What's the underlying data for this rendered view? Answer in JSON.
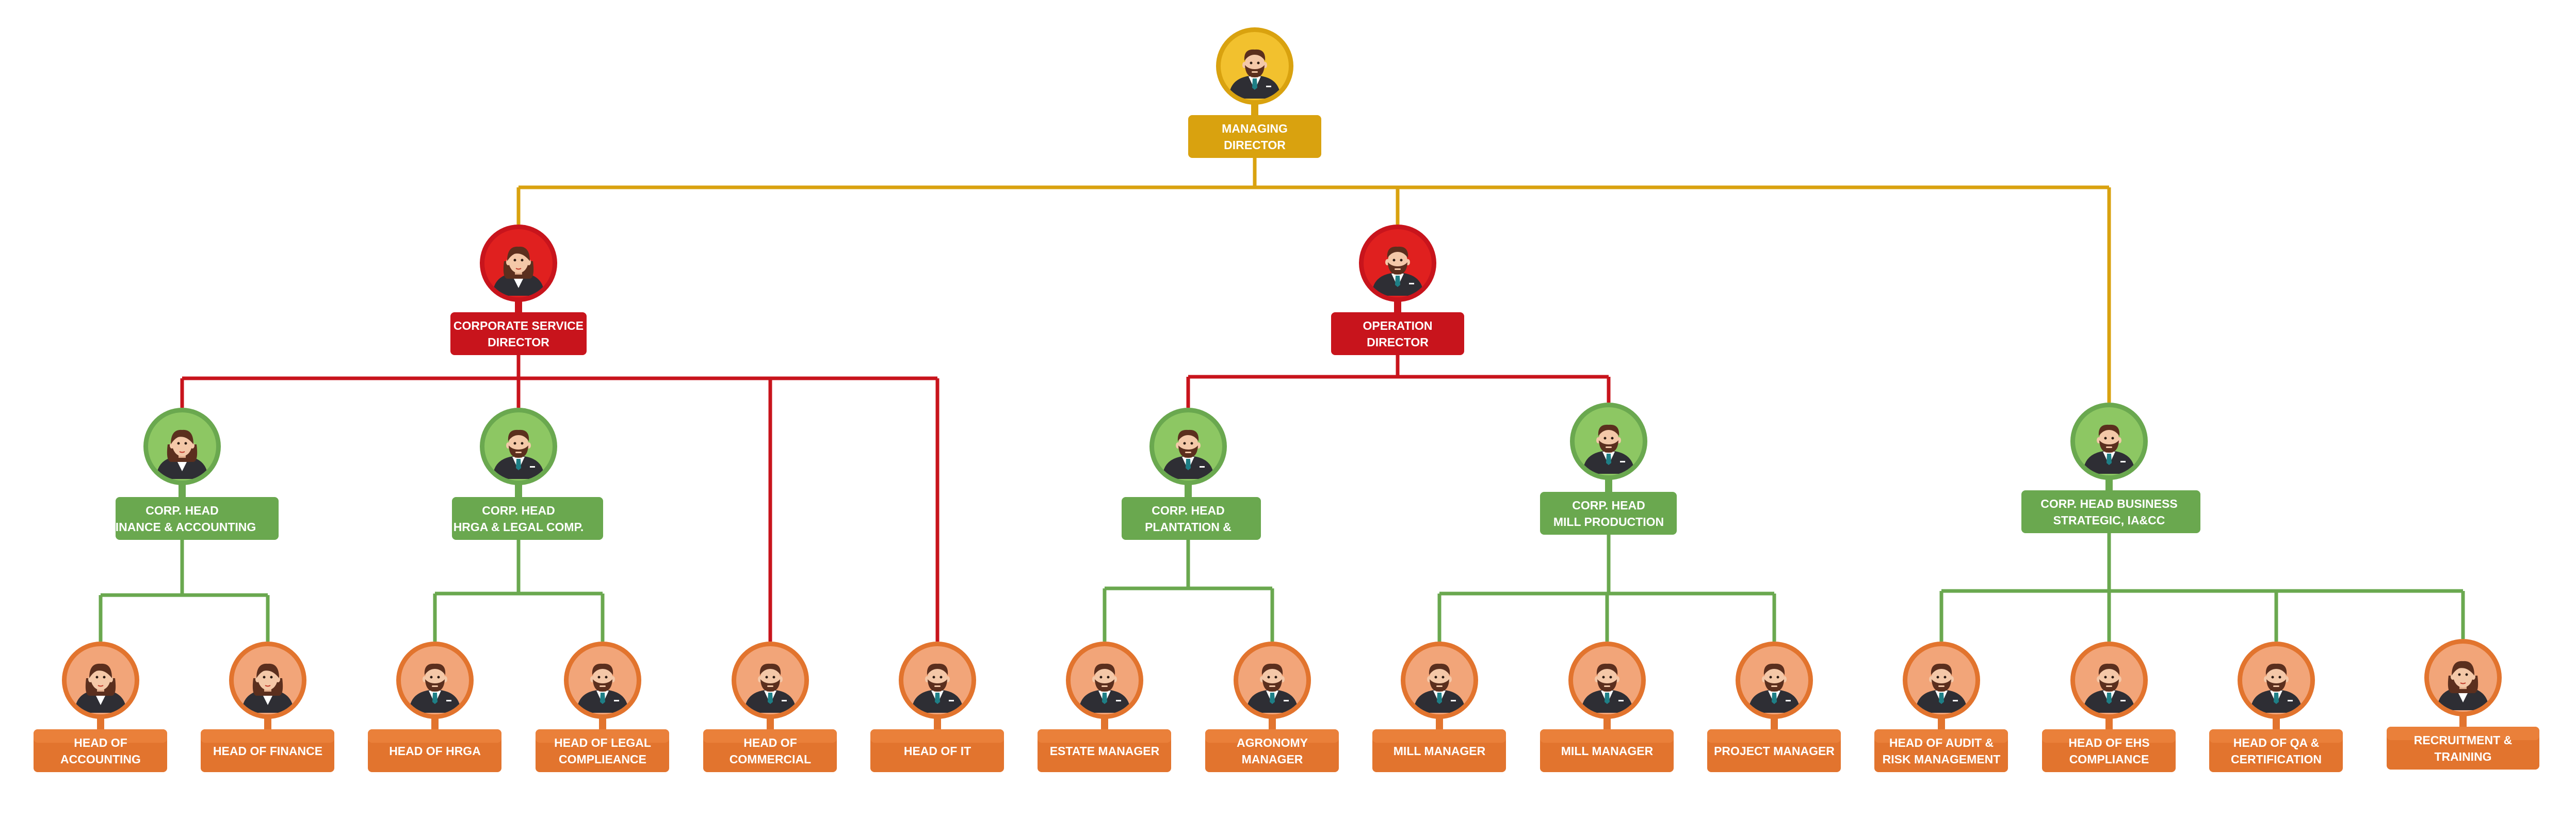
{
  "colors": {
    "gold": "#D9A20F",
    "gold_border": "#E8B51A",
    "red": "#C8141C",
    "red_border": "#E41E24",
    "green": "#6AA84F",
    "green_border": "#7CC35E",
    "orange": "#E2742E",
    "orange_border": "#F08A45",
    "connector_gold": "#D9A20F",
    "connector_red": "#C8141C",
    "connector_green": "#6AA84F",
    "connector_orange": "#E06B23"
  },
  "nodes": [
    {
      "id": "md",
      "level": "top",
      "avatar": "man-icon",
      "lines": [
        "MANAGING",
        "DIRECTOR"
      ]
    },
    {
      "id": "csd",
      "level": "director",
      "avatar": "woman-icon",
      "lines": [
        "CORPORATE SERVICE",
        "DIRECTOR"
      ]
    },
    {
      "id": "od",
      "level": "director",
      "avatar": "man-icon",
      "lines": [
        "OPERATION",
        "DIRECTOR"
      ]
    },
    {
      "id": "ch-fa",
      "level": "corp-head",
      "avatar": "woman-icon",
      "lines": [
        "CORP.  HEAD",
        "FINANCE & ACCOUNTING"
      ]
    },
    {
      "id": "ch-hrga",
      "level": "corp-head",
      "avatar": "man-icon",
      "lines": [
        "CORP.  HEAD",
        "HRGA & LEGAL COMP."
      ]
    },
    {
      "id": "ch-pl",
      "level": "corp-head",
      "avatar": "man-icon",
      "lines": [
        "CORP.  HEAD",
        "PLANTATION &"
      ]
    },
    {
      "id": "ch-mp",
      "level": "corp-head",
      "avatar": "man-icon",
      "lines": [
        "CORP.  HEAD",
        "MILL PRODUCTION"
      ]
    },
    {
      "id": "ch-bs",
      "level": "corp-head",
      "avatar": "man-icon",
      "lines": [
        "CORP. HEAD BUSINESS",
        "STRATEGIC, IA&CC"
      ]
    },
    {
      "id": "h-acc",
      "level": "head",
      "avatar": "woman-icon",
      "lines": [
        "HEAD OF",
        "ACCOUNTING"
      ]
    },
    {
      "id": "h-fin",
      "level": "head",
      "avatar": "woman-icon",
      "lines": [
        "HEAD OF FINANCE"
      ]
    },
    {
      "id": "h-hrga",
      "level": "head",
      "avatar": "man-icon",
      "lines": [
        "HEAD OF HRGA"
      ]
    },
    {
      "id": "h-legal",
      "level": "head",
      "avatar": "man-icon",
      "lines": [
        "HEAD OF LEGAL",
        "COMPLIEANCE"
      ]
    },
    {
      "id": "h-comm",
      "level": "head",
      "avatar": "man-icon",
      "lines": [
        "HEAD OF",
        "COMMERCIAL"
      ]
    },
    {
      "id": "h-it",
      "level": "head",
      "avatar": "man-icon",
      "lines": [
        "HEAD OF IT"
      ]
    },
    {
      "id": "h-estate",
      "level": "head",
      "avatar": "man-icon",
      "lines": [
        "ESTATE MANAGER"
      ]
    },
    {
      "id": "h-agro",
      "level": "head",
      "avatar": "man-icon",
      "lines": [
        "AGRONOMY",
        "MANAGER"
      ]
    },
    {
      "id": "h-mill1",
      "level": "head",
      "avatar": "man-icon",
      "lines": [
        "MILL MANAGER"
      ]
    },
    {
      "id": "h-mill2",
      "level": "head",
      "avatar": "man-icon",
      "lines": [
        "MILL MANAGER"
      ]
    },
    {
      "id": "h-proj",
      "level": "head",
      "avatar": "man-icon",
      "lines": [
        "PROJECT MANAGER"
      ]
    },
    {
      "id": "h-audit",
      "level": "head",
      "avatar": "man-icon",
      "lines": [
        "HEAD OF AUDIT &",
        "RISK MANAGEMENT"
      ]
    },
    {
      "id": "h-ehs",
      "level": "head",
      "avatar": "man-icon",
      "lines": [
        "HEAD OF EHS",
        "COMPLIANCE"
      ]
    },
    {
      "id": "h-qa",
      "level": "head",
      "avatar": "man-icon",
      "lines": [
        "HEAD OF QA &",
        "CERTIFICATION"
      ]
    },
    {
      "id": "h-rec",
      "level": "head",
      "avatar": "woman-icon",
      "lines": [
        "RECRUITMENT &",
        "TRAINING"
      ]
    }
  ],
  "edges": [
    [
      "md",
      "csd"
    ],
    [
      "md",
      "od"
    ],
    [
      "md",
      "ch-bs"
    ],
    [
      "csd",
      "ch-fa"
    ],
    [
      "csd",
      "ch-hrga"
    ],
    [
      "csd",
      "h-comm"
    ],
    [
      "csd",
      "h-it"
    ],
    [
      "od",
      "ch-pl"
    ],
    [
      "od",
      "ch-mp"
    ],
    [
      "ch-fa",
      "h-acc"
    ],
    [
      "ch-fa",
      "h-fin"
    ],
    [
      "ch-hrga",
      "h-hrga"
    ],
    [
      "ch-hrga",
      "h-legal"
    ],
    [
      "ch-pl",
      "h-estate"
    ],
    [
      "ch-pl",
      "h-agro"
    ],
    [
      "ch-mp",
      "h-mill1"
    ],
    [
      "ch-mp",
      "h-mill2"
    ],
    [
      "ch-mp",
      "h-proj"
    ],
    [
      "ch-bs",
      "h-audit"
    ],
    [
      "ch-bs",
      "h-ehs"
    ],
    [
      "ch-bs",
      "h-qa"
    ],
    [
      "ch-bs",
      "h-rec"
    ]
  ]
}
